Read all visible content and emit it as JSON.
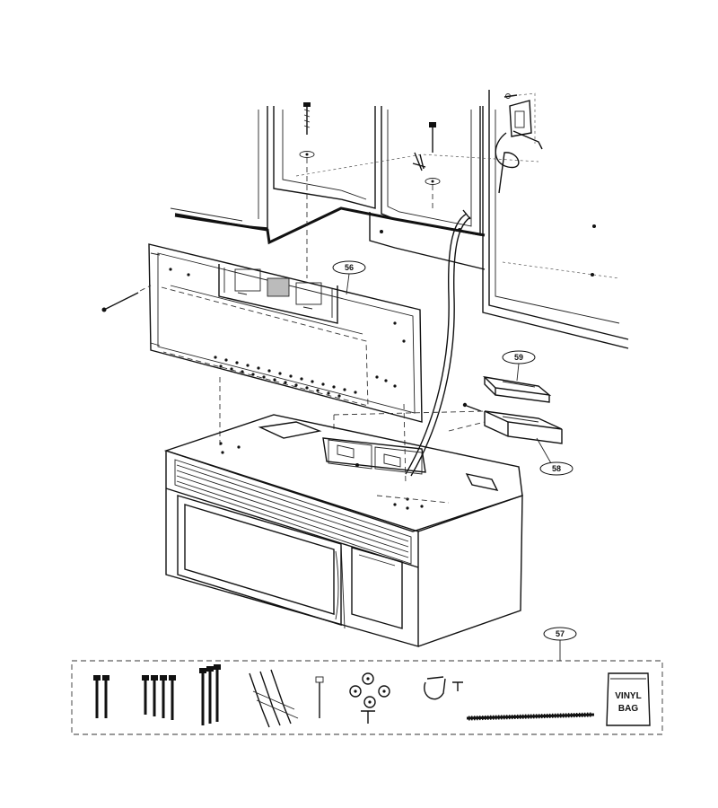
{
  "diagram": {
    "callouts": [
      {
        "id": "56",
        "label": "56"
      },
      {
        "id": "59",
        "label": "59"
      },
      {
        "id": "58",
        "label": "58"
      },
      {
        "id": "57",
        "label": "57"
      }
    ],
    "vinyl_bag": {
      "line1": "VINYL",
      "line2": "BAG"
    }
  },
  "colors": {
    "ink": "#111111",
    "background": "#ffffff"
  }
}
